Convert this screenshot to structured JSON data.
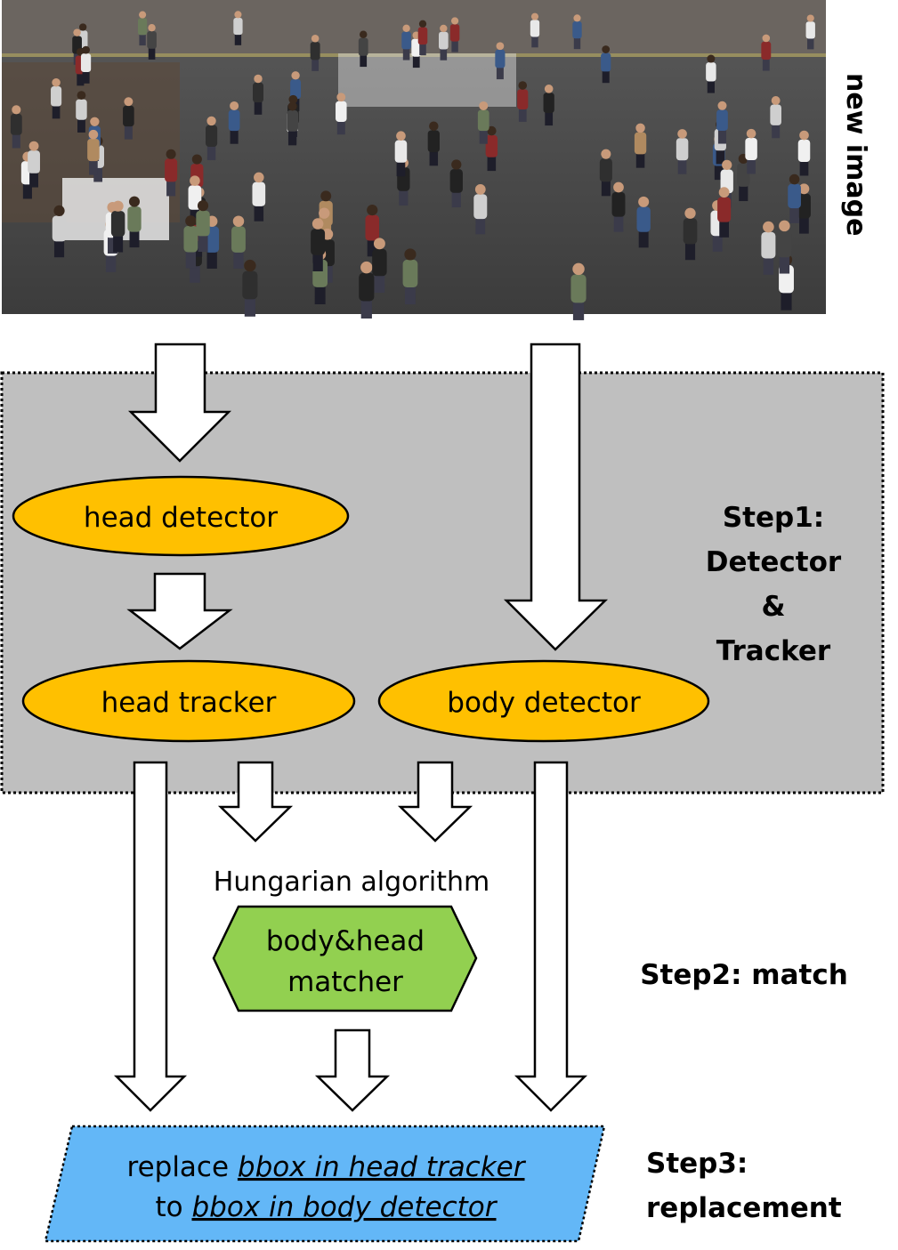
{
  "image_caption": "new image",
  "step1": {
    "line1": "Step1:",
    "line2": "Detector",
    "line3": "&",
    "line4": "Tracker"
  },
  "step2": {
    "label": "Step2: match"
  },
  "step3": {
    "line1": "Step3:",
    "line2": "replacement"
  },
  "nodes": {
    "head_detector": "head detector",
    "head_tracker": "head tracker",
    "body_detector": "body detector",
    "algorithm_caption": "Hungarian algorithm",
    "matcher_line1": "body&head",
    "matcher_line2": "matcher"
  },
  "replacement": {
    "prefix1": "replace ",
    "emphasis1": "bbox in head tracker",
    "prefix2": "to ",
    "emphasis2": "bbox in body detector"
  },
  "colors": {
    "ellipse_fill": "#FFC000",
    "hexagon_fill": "#92D050",
    "parallelogram_fill": "#63B7F7",
    "step1_box_fill": "#BFBFBF",
    "street": "#4a4a4a"
  }
}
